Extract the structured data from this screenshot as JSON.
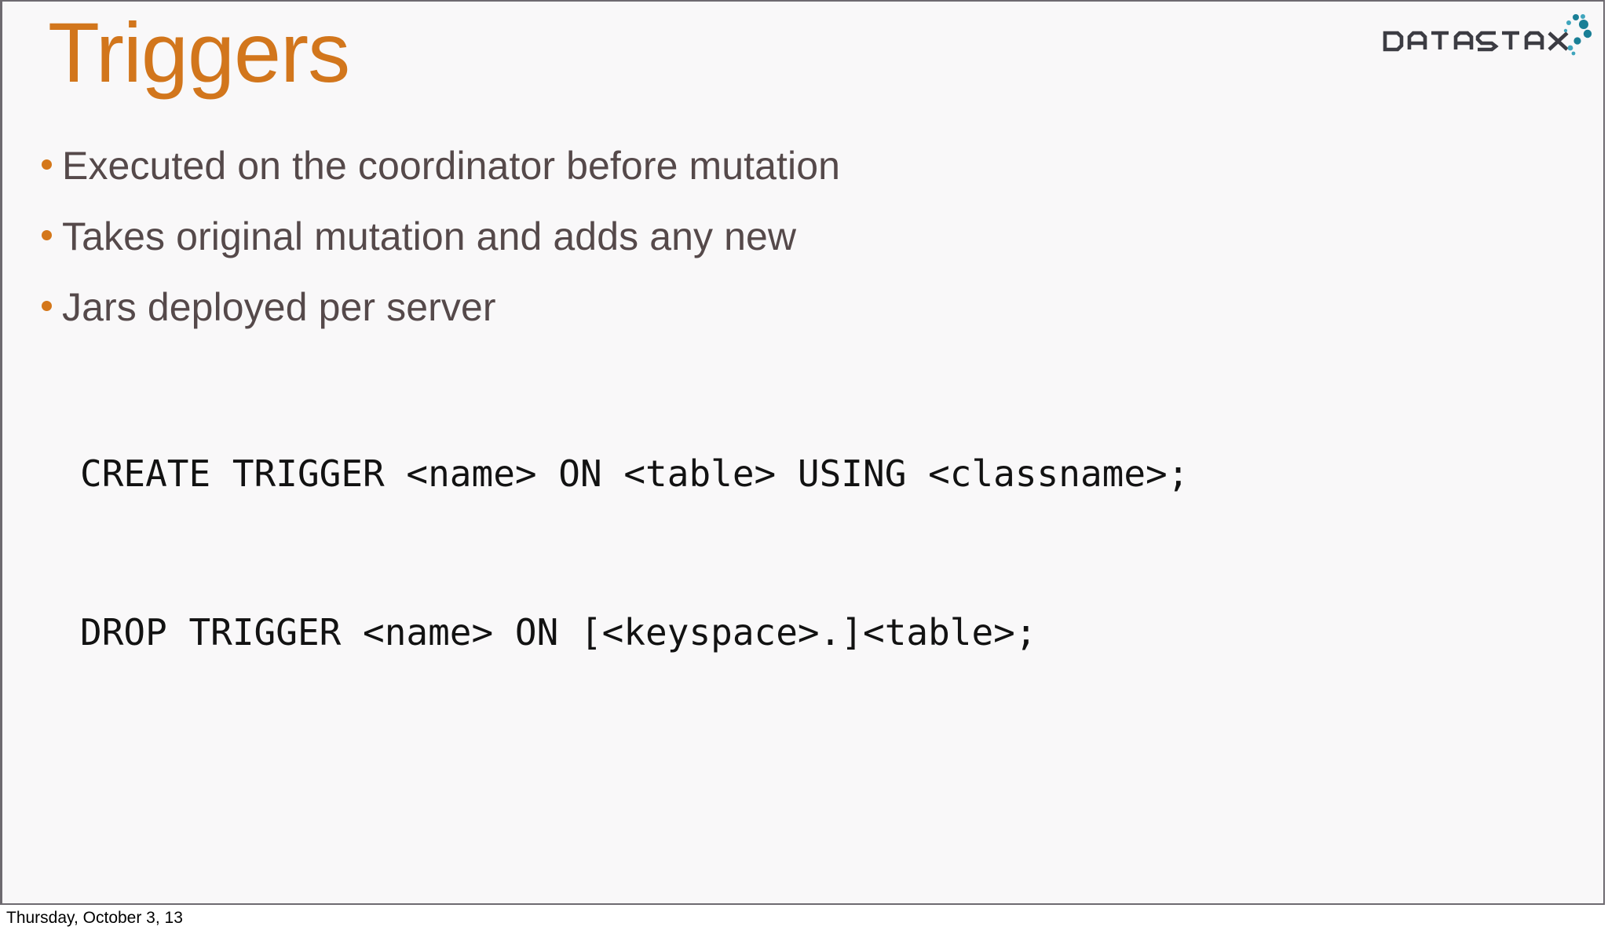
{
  "slide": {
    "title": "Triggers",
    "background_color": "#f9f8f9",
    "title_color": "#d2761c",
    "body_text_color": "#55494a",
    "bullet_color": "#d4771a",
    "code_text_color": "#121212",
    "border_color": "#6e6a70"
  },
  "logo": {
    "wordmark": "DATASTAX",
    "letter_color": "#3c3c43",
    "dot_color": "#1a7f96",
    "dot_color_light": "#3fa5bd"
  },
  "bullets": [
    {
      "text": "Executed on the coordinator before mutation"
    },
    {
      "text": "Takes original mutation and adds any new"
    },
    {
      "text": "Jars deployed per server"
    }
  ],
  "code": {
    "lines": [
      "CREATE TRIGGER <name> ON <table> USING <classname>;",
      "DROP TRIGGER <name> ON [<keyspace>.]<table>;"
    ]
  },
  "footer": {
    "date": "Thursday, October 3, 13"
  }
}
